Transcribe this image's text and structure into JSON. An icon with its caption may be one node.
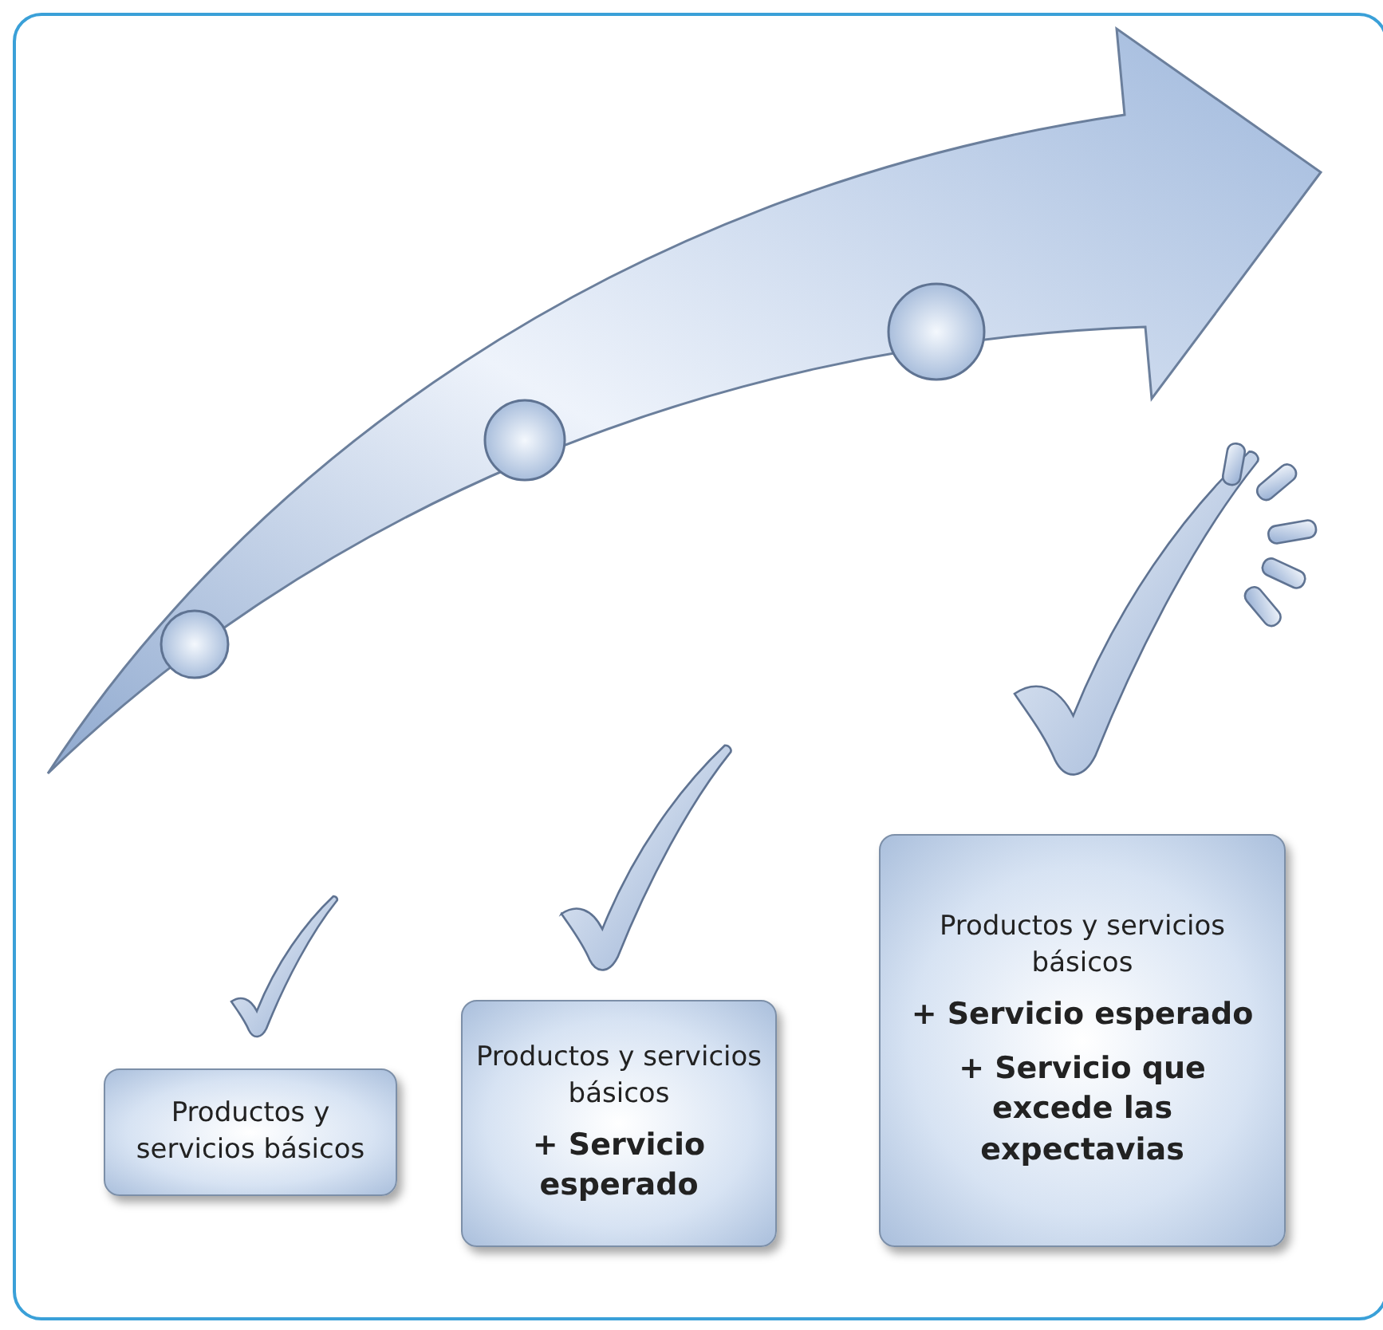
{
  "diagram": {
    "nodes": [
      {
        "text": [
          "Productos y servicios básicos"
        ]
      },
      {
        "text": [
          "Productos y servicios básicos",
          "+ Servicio esperado"
        ]
      },
      {
        "text": [
          "Productos y servicios básicos",
          "+ Servicio esperado",
          "+ Servicio que excede las expectavias"
        ]
      }
    ]
  }
}
